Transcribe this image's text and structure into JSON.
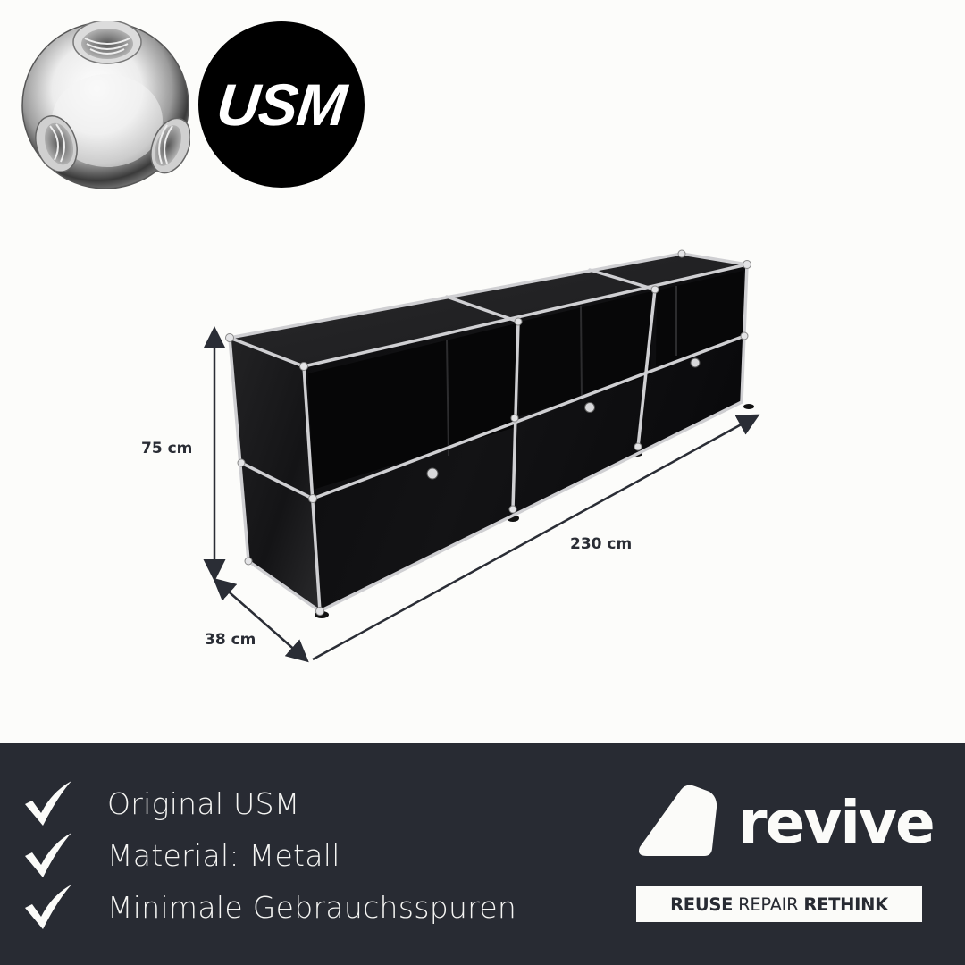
{
  "brand": {
    "manufacturer_badge": "USM",
    "connector_ball_icon": "usm-connector-ball"
  },
  "product_image": {
    "description": "USM Haller sideboard, black, 3 modules wide, 2 levels, open upper compartments, drop-down doors",
    "dimensions": {
      "height": "75 cm",
      "width": "230 cm",
      "depth": "38 cm"
    }
  },
  "features": [
    {
      "icon": "checkmark-icon",
      "label": "Original USM"
    },
    {
      "icon": "checkmark-icon",
      "label": "Material: Metall"
    },
    {
      "icon": "checkmark-icon",
      "label": "Minimale Gebrauchsspuren"
    }
  ],
  "retailer": {
    "logo_word": "revive",
    "tagline": {
      "part1": "REUSE",
      "part2": "REPAIR",
      "part3": "RETHINK"
    }
  },
  "colors": {
    "background": "#fcfcfa",
    "footer_bg": "#282b33",
    "text_light": "#f5f5f3",
    "dimension_text": "#2a2d35",
    "furniture_black": "#0d0d0f",
    "chrome": "#c9c9cc"
  }
}
